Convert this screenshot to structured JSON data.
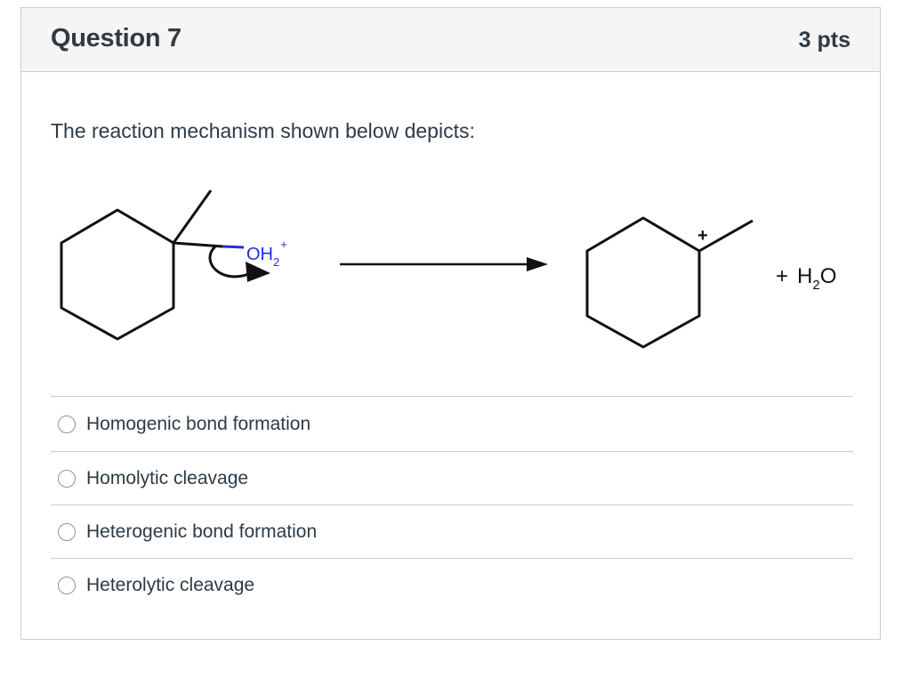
{
  "question": {
    "title": "Question 7",
    "points": "3 pts",
    "prompt": "The reaction mechanism shown below depicts:"
  },
  "mechanism": {
    "leaving_group": "OH",
    "leaving_group_subscript": "2",
    "leaving_group_charge": "+",
    "carbocation_charge": "+",
    "byproduct_plus": "+",
    "byproduct_h": "H",
    "byproduct_subscript": "2",
    "byproduct_o": "O",
    "leaving_group_color": "#1f2fd6"
  },
  "answers": [
    {
      "label": "Homogenic bond formation"
    },
    {
      "label": "Homolytic cleavage"
    },
    {
      "label": "Heterogenic bond formation"
    },
    {
      "label": "Heterolytic cleavage"
    }
  ]
}
